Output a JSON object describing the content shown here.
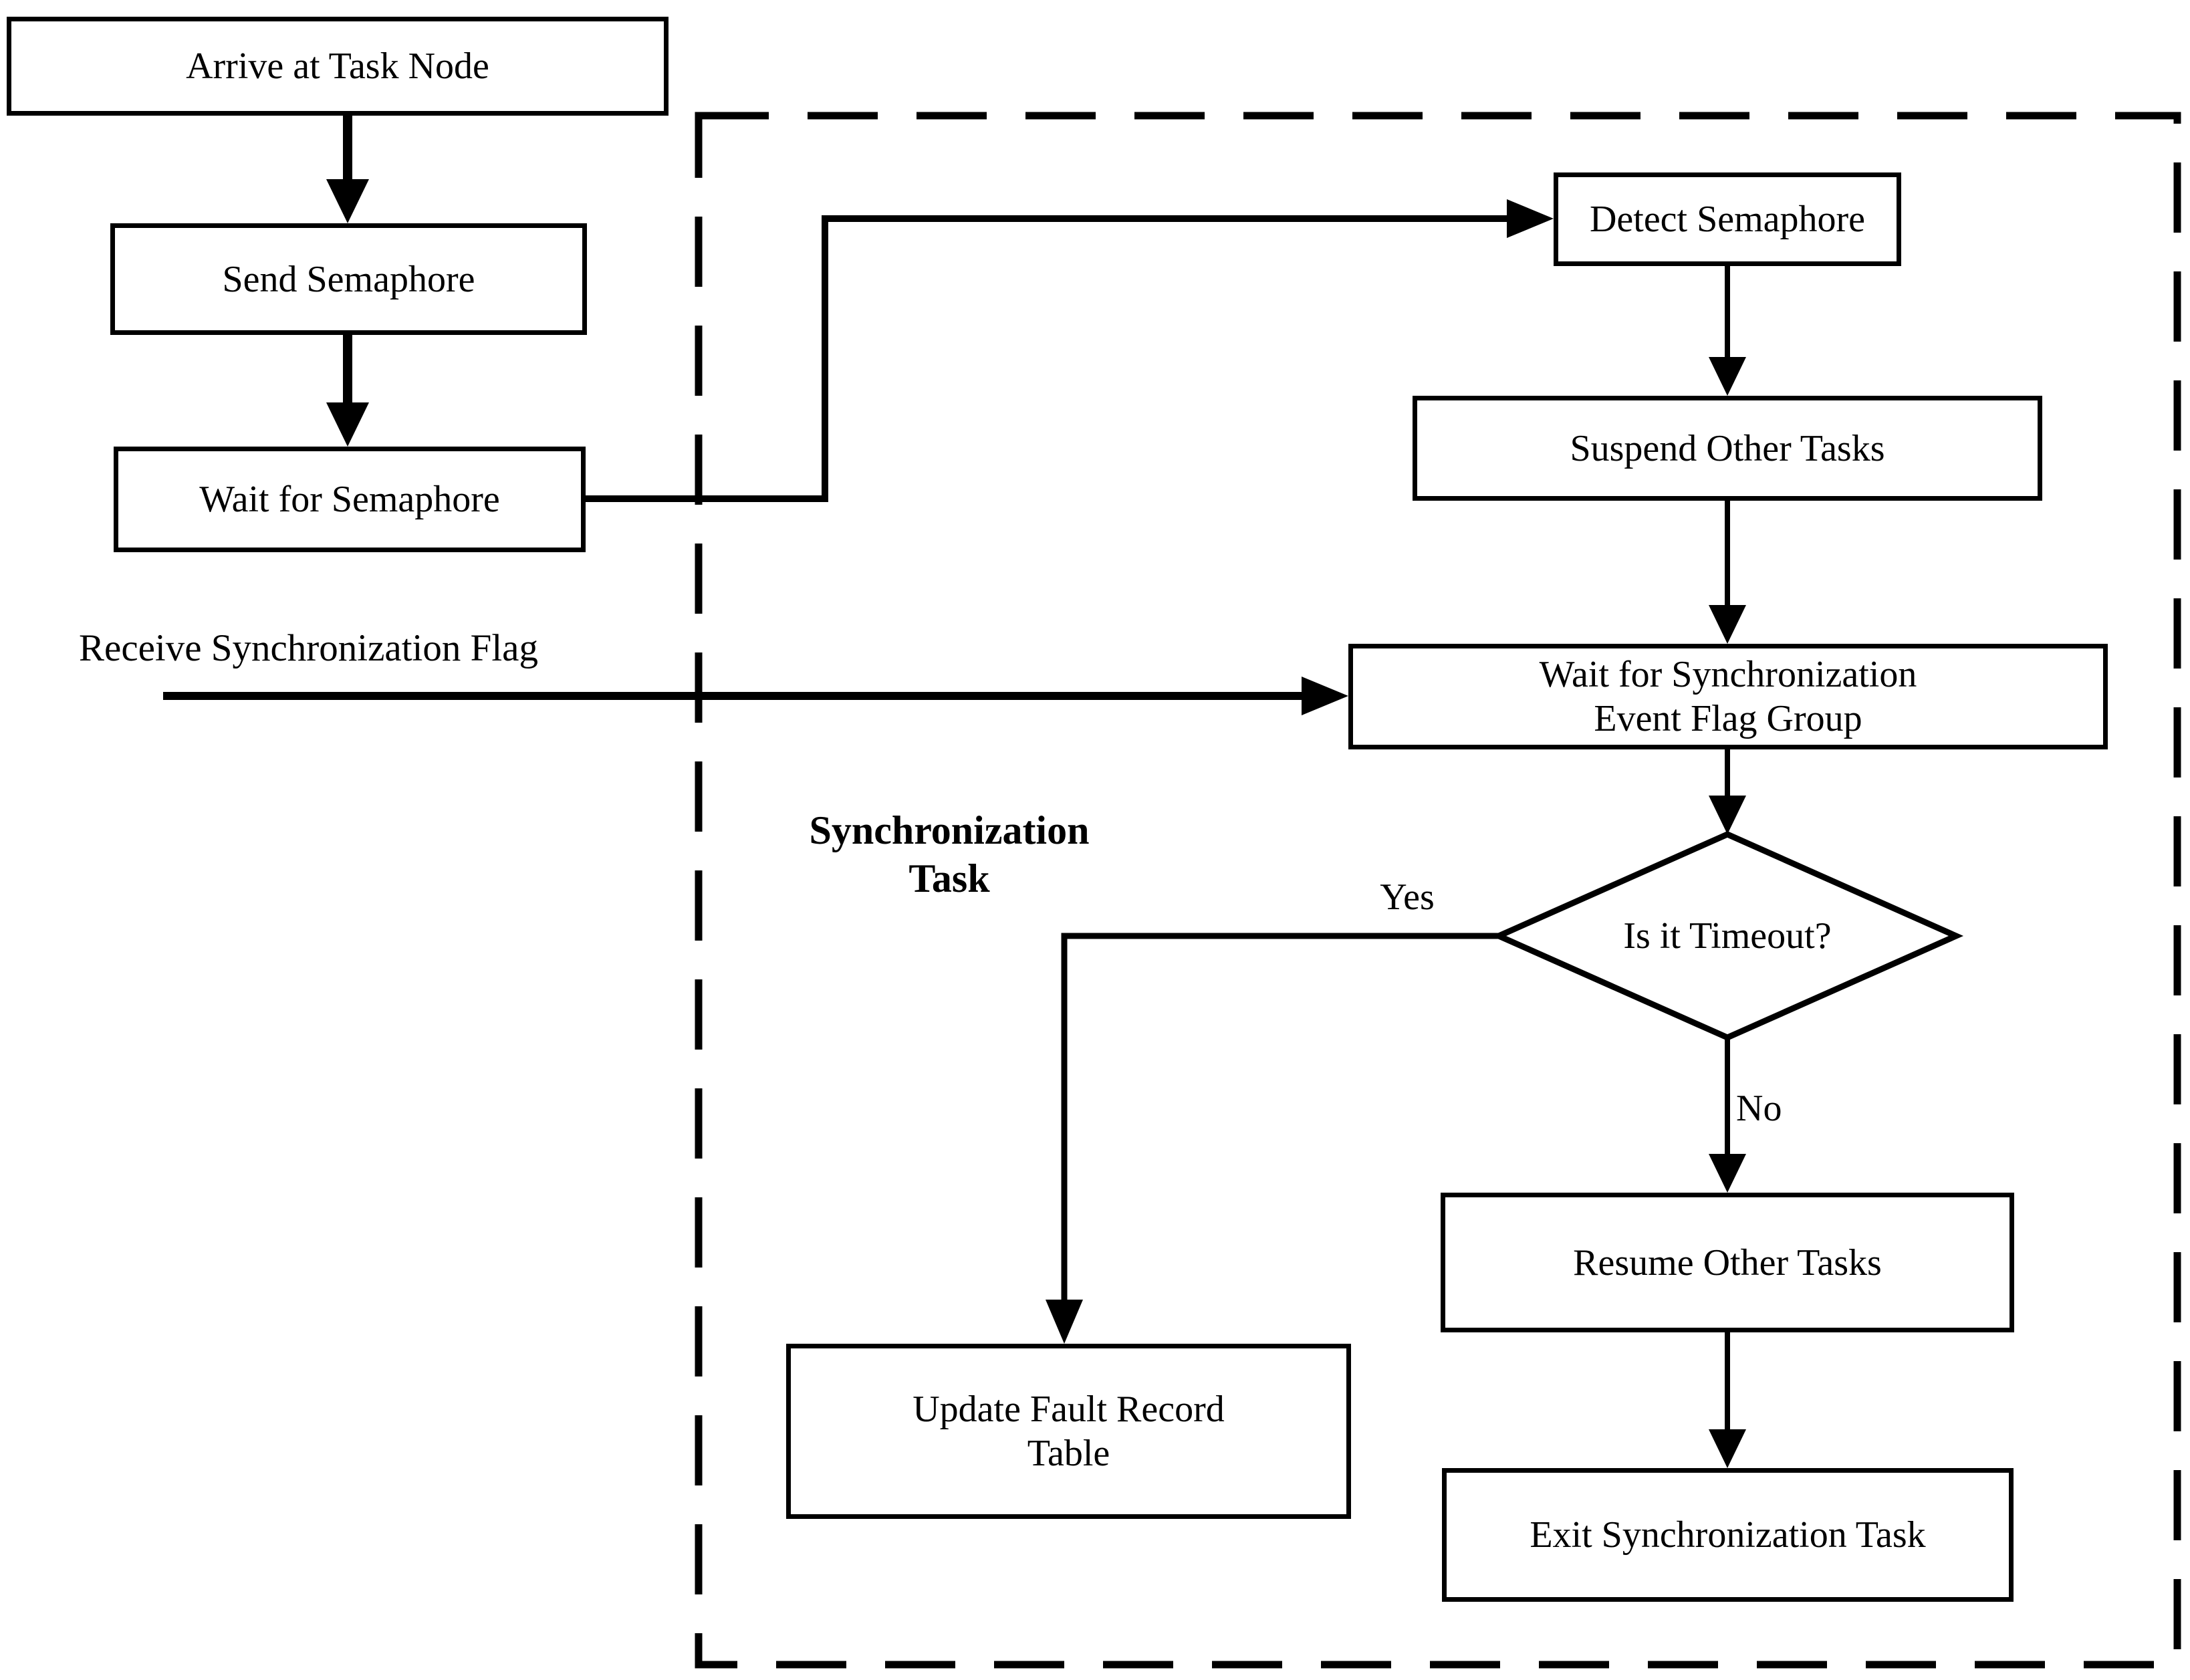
{
  "diagram": {
    "title_present": false,
    "colors": {
      "ink": "#000000",
      "paper": "#ffffff"
    },
    "nodes": {
      "arrive": {
        "label": "Arrive at Task Node"
      },
      "send": {
        "label": "Send Semaphore"
      },
      "wait": {
        "label": "Wait for Semaphore"
      },
      "detect": {
        "label": "Detect Semaphore"
      },
      "suspend": {
        "label": "Suspend Other Tasks"
      },
      "wait_sync": {
        "line1": "Wait for Synchronization",
        "line2": "Event Flag Group"
      },
      "timeout": {
        "label": "Is it Timeout?"
      },
      "update": {
        "line1": "Update Fault Record",
        "line2": "Table"
      },
      "resume": {
        "label": "Resume Other Tasks"
      },
      "exit": {
        "label": "Exit Synchronization Task"
      }
    },
    "labels": {
      "receive_flag": "Receive Synchronization Flag",
      "sync_task_line1": "Synchronization",
      "sync_task_line2": "Task",
      "yes": "Yes",
      "no": "No"
    }
  }
}
